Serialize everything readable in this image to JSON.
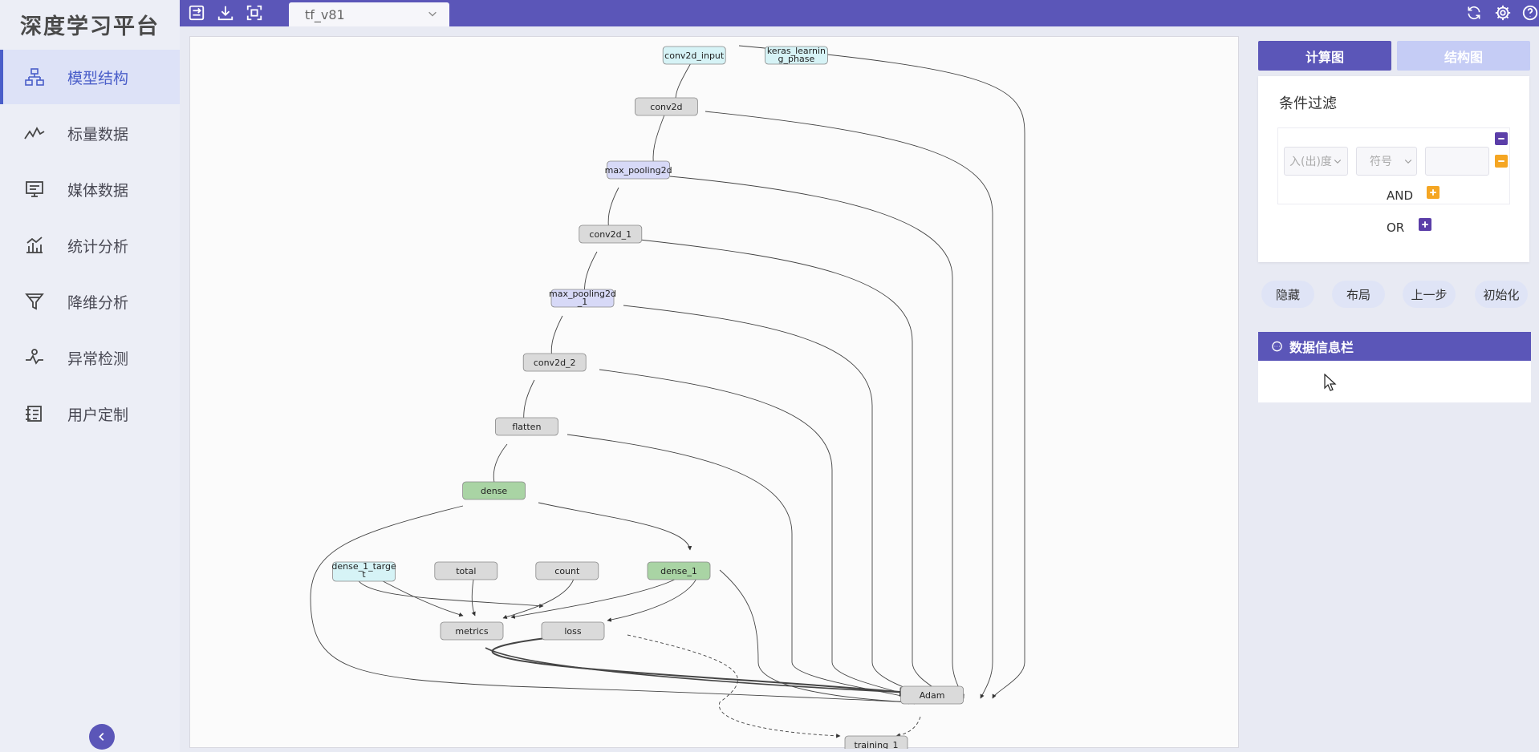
{
  "app": {
    "title": "深度学习平台"
  },
  "sidebar": {
    "items": [
      {
        "label": "模型结构",
        "icon": "hierarchy-icon",
        "active": true
      },
      {
        "label": "标量数据",
        "icon": "line-chart-icon"
      },
      {
        "label": "媒体数据",
        "icon": "monitor-icon"
      },
      {
        "label": "统计分析",
        "icon": "bar-stats-icon"
      },
      {
        "label": "降维分析",
        "icon": "funnel-icon"
      },
      {
        "label": "异常检测",
        "icon": "anomaly-icon"
      },
      {
        "label": "用户定制",
        "icon": "custom-icon"
      }
    ]
  },
  "toolbar": {
    "icons": [
      "import-icon",
      "download-icon",
      "fit-screen-icon"
    ],
    "right_icons": [
      "refresh-icon",
      "settings-icon",
      "help-icon"
    ]
  },
  "tab": {
    "name": "tf_v81"
  },
  "right_panel": {
    "tabs": [
      "计算图",
      "结构图"
    ],
    "filter": {
      "title": "条件过滤",
      "degree_placeholder": "入(出)度",
      "symbol_placeholder": "符号",
      "and_label": "AND",
      "or_label": "OR"
    },
    "actions": [
      "隐藏",
      "布局",
      "上一步",
      "初始化"
    ],
    "info_title": "数据信息栏"
  },
  "graph": {
    "nodes": [
      {
        "id": "conv2d_input",
        "label": "conv2d_input",
        "kind": "input"
      },
      {
        "id": "keras_learning_phase",
        "label": "keras_learnin|g_phase",
        "kind": "input"
      },
      {
        "id": "conv2d",
        "label": "conv2d",
        "kind": "op"
      },
      {
        "id": "max_pooling2d",
        "label": "max_pooling2d",
        "kind": "pool"
      },
      {
        "id": "conv2d_1",
        "label": "conv2d_1",
        "kind": "op"
      },
      {
        "id": "max_pooling2d_1",
        "label": "max_pooling2d|_1",
        "kind": "pool"
      },
      {
        "id": "conv2d_2",
        "label": "conv2d_2",
        "kind": "op"
      },
      {
        "id": "flatten",
        "label": "flatten",
        "kind": "op"
      },
      {
        "id": "dense",
        "label": "dense",
        "kind": "dense"
      },
      {
        "id": "dense_1_target",
        "label": "dense_1_targe|t",
        "kind": "input"
      },
      {
        "id": "total",
        "label": "total",
        "kind": "op"
      },
      {
        "id": "count",
        "label": "count",
        "kind": "op"
      },
      {
        "id": "dense_1",
        "label": "dense_1",
        "kind": "dense"
      },
      {
        "id": "metrics",
        "label": "metrics",
        "kind": "op"
      },
      {
        "id": "loss",
        "label": "loss",
        "kind": "op"
      },
      {
        "id": "Adam",
        "label": "Adam",
        "kind": "op"
      },
      {
        "id": "training_1",
        "label": "training_1",
        "kind": "op"
      }
    ],
    "colors": {
      "input": "#d6f3f6",
      "op": "#dadada",
      "pool": "#d7d9f7",
      "dense": "#a9d4a4"
    }
  }
}
